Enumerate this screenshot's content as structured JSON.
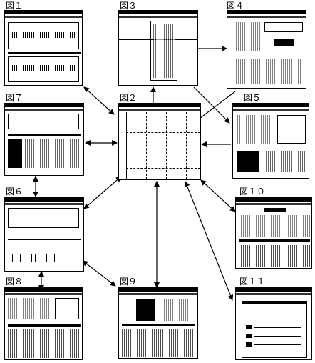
{
  "figures": {
    "fig1": {
      "label": "図１"
    },
    "fig2": {
      "label": "図２"
    },
    "fig3": {
      "label": "図３"
    },
    "fig4": {
      "label": "図４"
    },
    "fig5": {
      "label": "図５"
    },
    "fig6": {
      "label": "図６"
    },
    "fig7": {
      "label": "図７"
    },
    "fig8": {
      "label": "図８"
    },
    "fig9": {
      "label": "図９"
    },
    "fig10": {
      "label": "図１０"
    },
    "fig11": {
      "label": "図１１"
    }
  },
  "connections": [
    {
      "from": "fig1",
      "to": "fig2",
      "arrow": "both"
    },
    {
      "from": "fig2",
      "to": "fig3",
      "arrow": "to"
    },
    {
      "from": "fig3",
      "to": "fig4",
      "arrow": "to"
    },
    {
      "from": "fig3",
      "to": "fig5",
      "arrow": "to"
    },
    {
      "from": "fig4",
      "to": "fig2",
      "arrow": "to"
    },
    {
      "from": "fig5",
      "to": "fig2",
      "arrow": "to"
    },
    {
      "from": "fig7",
      "to": "fig2",
      "arrow": "both"
    },
    {
      "from": "fig7",
      "to": "fig6",
      "arrow": "both"
    },
    {
      "from": "fig6",
      "to": "fig2",
      "arrow": "both"
    },
    {
      "from": "fig6",
      "to": "fig8",
      "arrow": "both"
    },
    {
      "from": "fig6",
      "to": "fig9",
      "arrow": "both"
    },
    {
      "from": "fig9",
      "to": "fig2",
      "arrow": "both"
    },
    {
      "from": "fig10",
      "to": "fig2",
      "arrow": "both"
    },
    {
      "from": "fig11",
      "to": "fig2",
      "arrow": "both"
    }
  ]
}
